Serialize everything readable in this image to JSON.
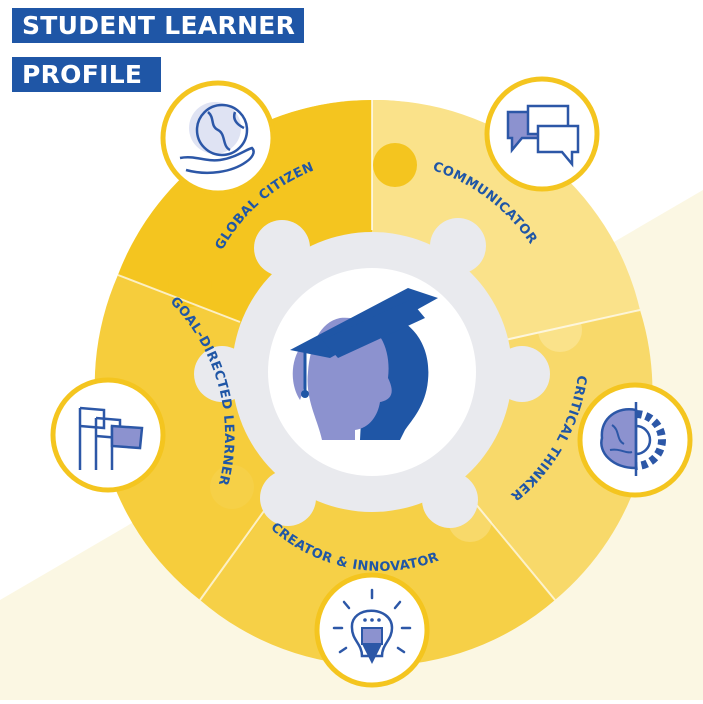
{
  "header": {
    "title_line_1": "STUDENT LEARNER",
    "title_line_2": "PROFILE"
  },
  "segments": [
    {
      "id": "global-citizen",
      "label": "GLOBAL CITIZEN",
      "icon": "globe-in-hand-icon"
    },
    {
      "id": "communicator",
      "label": "COMMUNICATOR",
      "icon": "speech-bubbles-icon"
    },
    {
      "id": "critical-thinker",
      "label": "CRITICAL THINKER",
      "icon": "brain-gear-icon"
    },
    {
      "id": "creator-innovator",
      "label": "CREATOR & INNOVATOR",
      "icon": "lightbulb-pencil-icon"
    },
    {
      "id": "goal-directed-learner",
      "label": "GOAL-DIRECTED LEARNER",
      "icon": "flags-icon"
    }
  ],
  "center": {
    "icon": "graduate-students-icon"
  },
  "colors": {
    "title_background": "#1f56a6",
    "title_text": "#ffffff",
    "label_text": "#1f56a6",
    "yellow_dark": "#f4c51f",
    "yellow_mid": "#f7d24b",
    "yellow_light": "#fae28a",
    "ring_gray": "#e9eaee",
    "icon_blue": "#2c57a7",
    "icon_purple": "#8c92cf"
  }
}
